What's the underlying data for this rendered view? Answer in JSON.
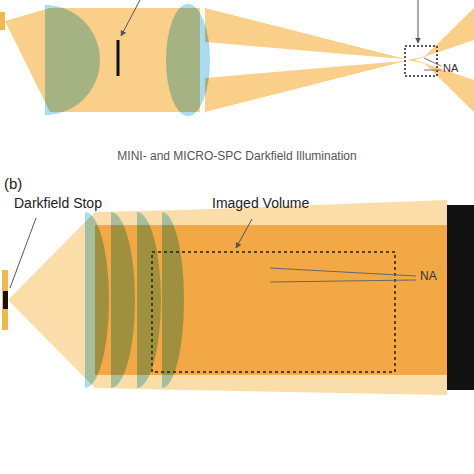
{
  "diagram": {
    "labels": [
      "NA",
      "MINI- and MICRO-SPC Darkfield Illumination",
      "(b)",
      "Darkfield Stop",
      "Imaged Volume",
      "NA"
    ]
  }
}
